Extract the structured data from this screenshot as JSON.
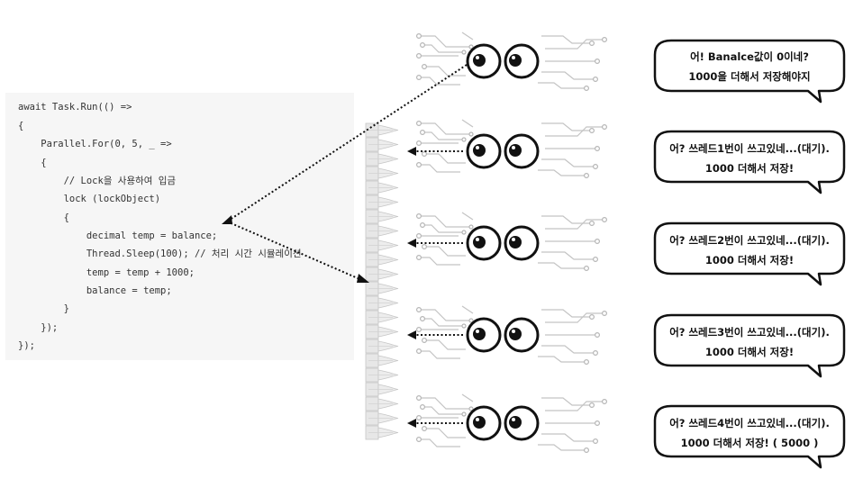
{
  "code": {
    "lines": [
      "await Task.Run(() =>",
      "{",
      "    Parallel.For(0, 5, _ =>",
      "    {",
      "        // Lock을 사용하여 입금",
      "        lock (lockObject)",
      "        {",
      "            decimal temp = balance;",
      "            Thread.Sleep(100); // 처리 시간 시뮬레이션",
      "            temp = temp + 1000;",
      "            balance = temp;",
      "        }",
      "    });",
      "});"
    ]
  },
  "bubbles": [
    {
      "line1": "어! Banalce값이 0이네?",
      "line2": "1000을 더해서 저장해야지"
    },
    {
      "line1": "어? 쓰레드1번이 쓰고있네...(대기).",
      "line2": "1000 더해서 저장!"
    },
    {
      "line1": "어? 쓰레드2번이 쓰고있네...(대기).",
      "line2": "1000 더해서 저장!"
    },
    {
      "line1": "어? 쓰레드3번이 쓰고있네...(대기).",
      "line2": "1000 더해서 저장!"
    },
    {
      "line1": "어? 쓰레드4번이 쓰고있네...(대기).",
      "line2": "1000 더해서 저장! ( 5000 )"
    }
  ]
}
